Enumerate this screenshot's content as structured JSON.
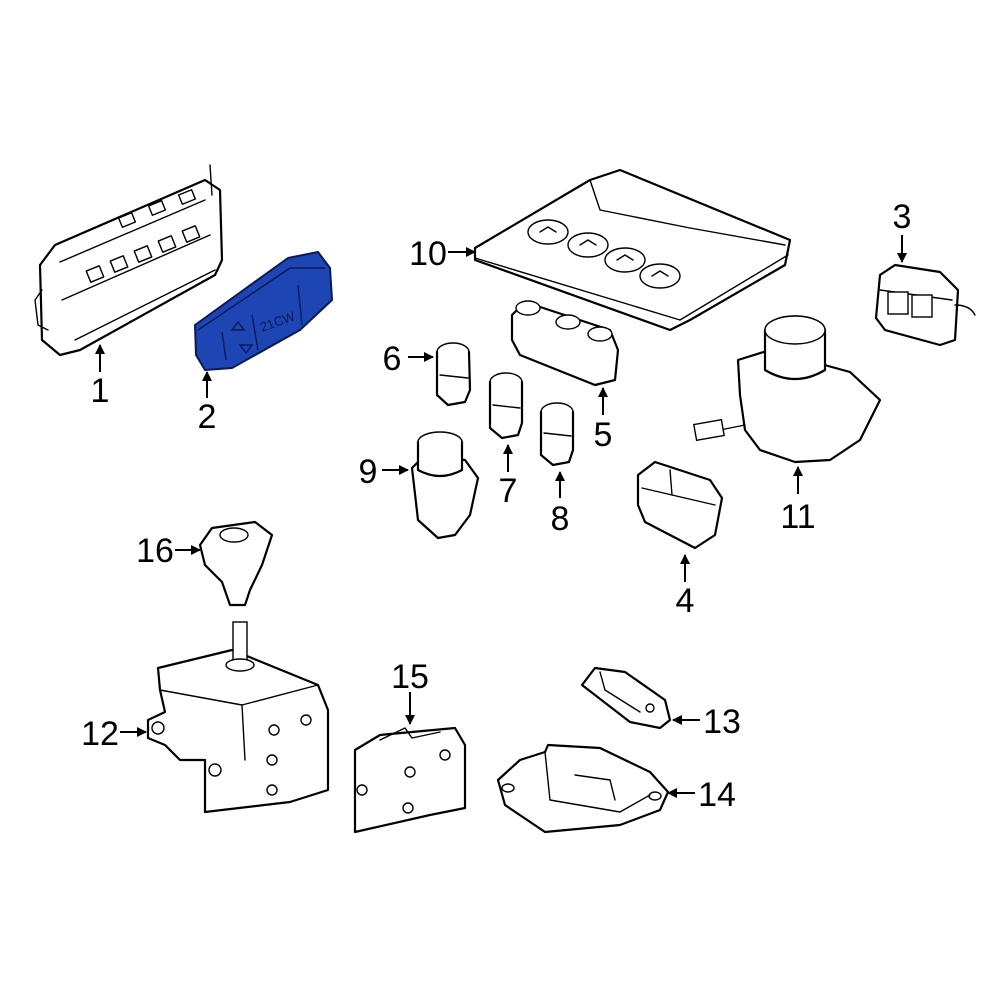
{
  "colors": {
    "highlight": "#1e45b4",
    "line": "#000000",
    "background": "#ffffff"
  },
  "callouts": {
    "c1": "1",
    "c2": "2",
    "c3": "3",
    "c4": "4",
    "c5": "5",
    "c6": "6",
    "c7": "7",
    "c8": "8",
    "c9": "9",
    "c10": "10",
    "c11": "11",
    "c12": "12",
    "c13": "13",
    "c14": "14",
    "c15": "15",
    "c16": "16"
  },
  "highlighted_part": "2"
}
